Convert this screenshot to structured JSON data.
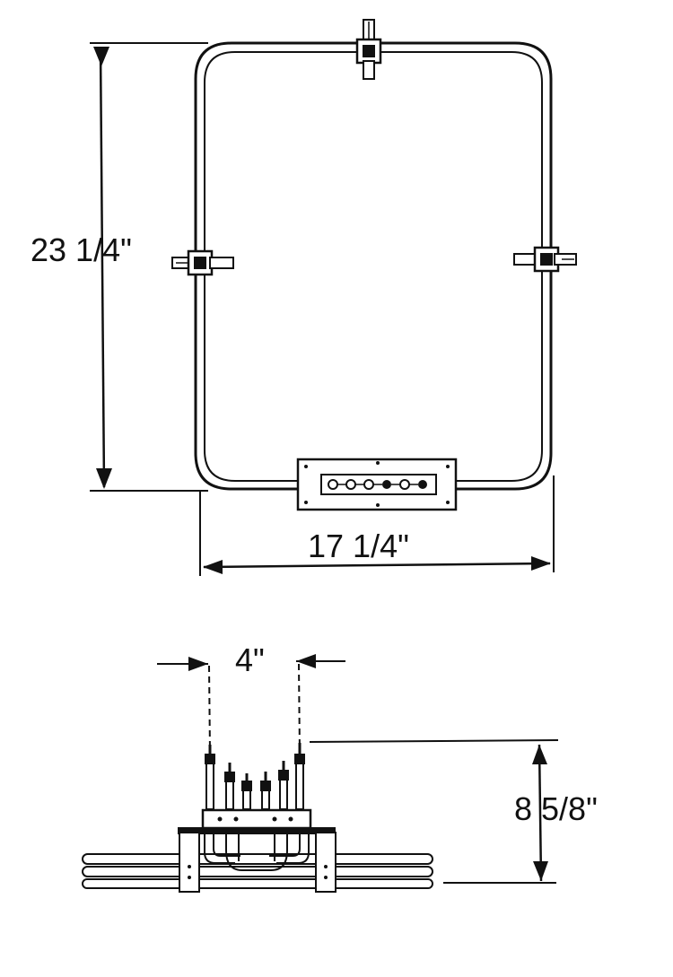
{
  "top_view": {
    "height_label": "23 1/4\"",
    "width_label": "17 1/4\""
  },
  "side_view": {
    "spacing_label": "4\"",
    "height_label": "8 5/8\""
  },
  "colors": {
    "line": "#111111",
    "background": "#ffffff"
  }
}
